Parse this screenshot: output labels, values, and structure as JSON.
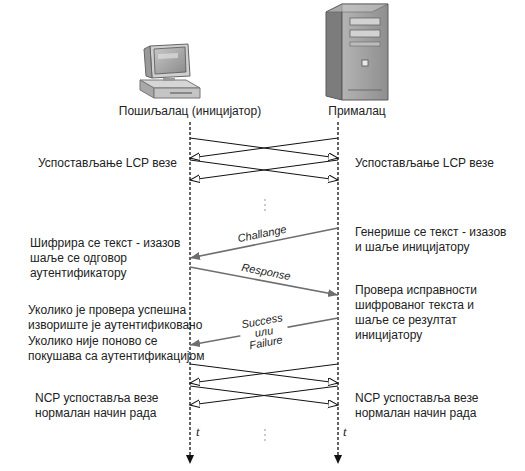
{
  "diagram": {
    "nodes": [
      {
        "text": [
          "Пошиљалац (иницијатор)"
        ]
      },
      {
        "text": [
          "Прималац"
        ]
      }
    ],
    "edges": [
      {
        "from": 0,
        "to": 1,
        "arrow": "to"
      },
      {
        "from": 1,
        "to": 0,
        "arrow": "to"
      },
      {
        "from": 0,
        "to": 1,
        "arrow": "to"
      },
      {
        "from": 1,
        "to": 0,
        "arrow": "to"
      },
      {
        "from": 1,
        "to": 0,
        "label": "Challange",
        "arrow": "to"
      },
      {
        "from": 0,
        "to": 1,
        "label": "Response",
        "arrow": "to"
      },
      {
        "from": 1,
        "to": 0,
        "label": "Success или Failure",
        "arrow": "to"
      },
      {
        "from": 0,
        "to": 1,
        "arrow": "to"
      },
      {
        "from": 1,
        "to": 0,
        "arrow": "to"
      },
      {
        "from": 0,
        "to": 1,
        "arrow": "to"
      },
      {
        "from": 1,
        "to": 0,
        "arrow": "to"
      }
    ],
    "labels": [
      "Успостављање LCP везе",
      "Успостављање LCP везе",
      "Генерише се текст - изазов и шаље иницијатору",
      "Шифрира се текст - изазов шаље се одговор аутентификатору",
      "Провера исправности шифрованог текста и шаље се резултат иницијатору",
      "Уколико је провера успешна извориште је аутентификовано",
      "Уколико није поново се покушава са аутентификацијом",
      "NCP успоставља везе нормалан начин рада",
      "NCP успоставља везе нормалан начин рада",
      "t",
      "t"
    ]
  }
}
